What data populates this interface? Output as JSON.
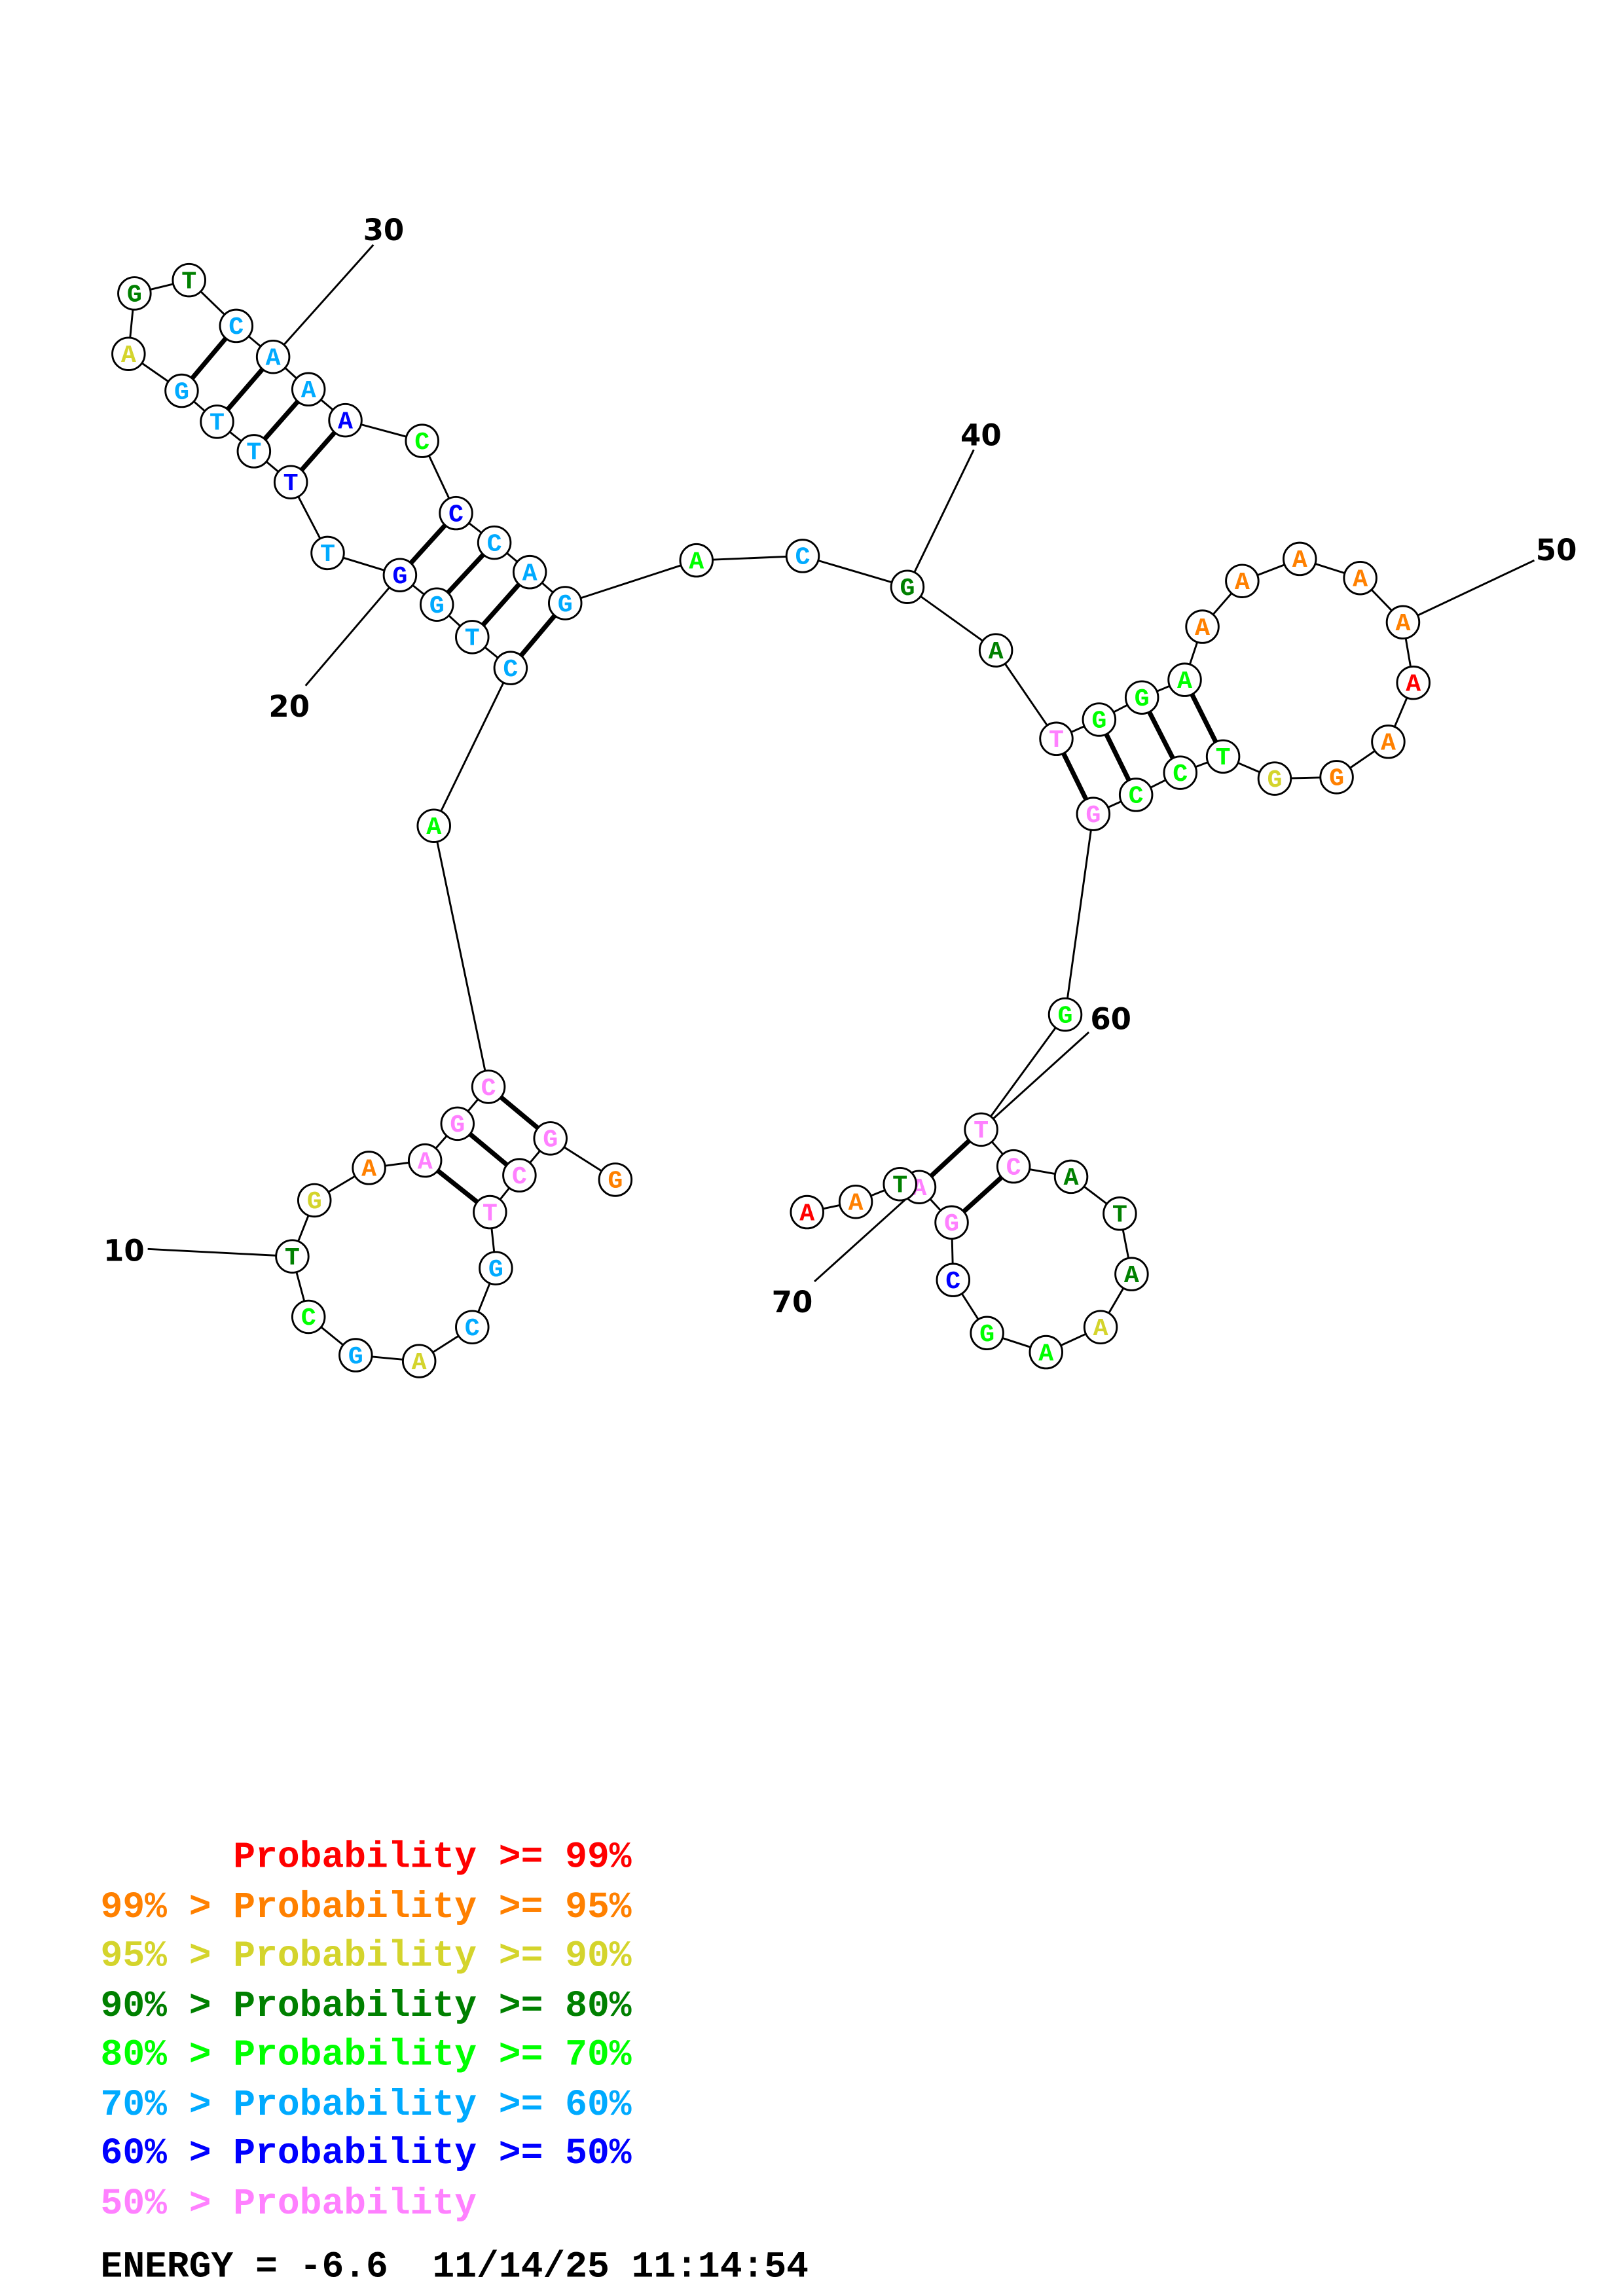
{
  "structure": {
    "sequence": [
      "G",
      "G",
      "C",
      "T",
      "G",
      "C",
      "A",
      "G",
      "C",
      "T",
      "G",
      "A",
      "A",
      "G",
      "C",
      "A",
      "C",
      "T",
      "G",
      "G",
      "T",
      "T",
      "T",
      "T",
      "G",
      "A",
      "G",
      "T",
      "C",
      "A",
      "A",
      "A",
      "C",
      "C",
      "C",
      "A",
      "G",
      "A",
      "C",
      "G",
      "A",
      "T",
      "G",
      "G",
      "A",
      "A",
      "A",
      "A",
      "A",
      "A",
      "A",
      "A",
      "G",
      "G",
      "T",
      "C",
      "C",
      "G",
      "G",
      "T",
      "C",
      "A",
      "T",
      "A",
      "A",
      "A",
      "G",
      "C",
      "G",
      "A",
      "T",
      "A",
      "A"
    ],
    "probability_bin": [
      1,
      7,
      7,
      7,
      5,
      5,
      2,
      5,
      4,
      3,
      2,
      1,
      7,
      7,
      7,
      4,
      5,
      5,
      5,
      6,
      5,
      6,
      5,
      5,
      5,
      2,
      3,
      3,
      5,
      5,
      5,
      6,
      4,
      6,
      5,
      5,
      5,
      4,
      5,
      3,
      3,
      7,
      4,
      4,
      4,
      1,
      1,
      1,
      1,
      1,
      0,
      1,
      1,
      2,
      4,
      4,
      4,
      7,
      4,
      7,
      7,
      3,
      3,
      3,
      2,
      4,
      4,
      6,
      7,
      7,
      3,
      1,
      0
    ],
    "pairs": [
      [
        2,
        15
      ],
      [
        3,
        14
      ],
      [
        4,
        13
      ],
      [
        17,
        37
      ],
      [
        18,
        36
      ],
      [
        19,
        35
      ],
      [
        20,
        34
      ],
      [
        22,
        32
      ],
      [
        23,
        31
      ],
      [
        24,
        30
      ],
      [
        25,
        29
      ],
      [
        42,
        58
      ],
      [
        43,
        57
      ],
      [
        44,
        56
      ],
      [
        45,
        55
      ],
      [
        60,
        70
      ],
      [
        61,
        69
      ]
    ],
    "position_labels": [
      "10",
      "20",
      "30",
      "40",
      "50",
      "60",
      "70"
    ]
  },
  "legend": {
    "colors": [
      "#ff0000",
      "#ff8000",
      "#d4d42c",
      "#008000",
      "#00ff00",
      "#00aaff",
      "#0000ff",
      "#ff80ff"
    ],
    "rows": [
      "      Probability >= 99%",
      "99% > Probability >= 95%",
      "95% > Probability >= 90%",
      "90% > Probability >= 80%",
      "80% > Probability >= 70%",
      "70% > Probability >= 60%",
      "60% > Probability >= 50%",
      "50% > Probability"
    ]
  },
  "footer": {
    "energy": "ENERGY = -6.6  11/14/25 11:14:54"
  }
}
